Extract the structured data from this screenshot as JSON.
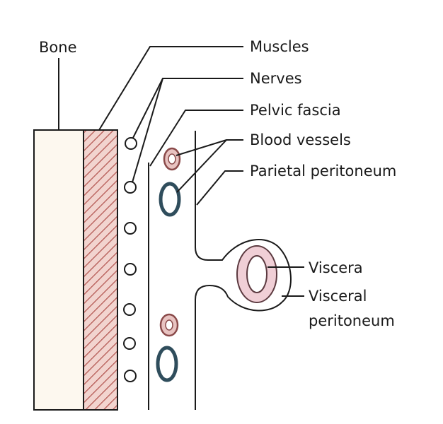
{
  "labels": {
    "bone": "Bone",
    "muscles": "Muscles",
    "nerves": "Nerves",
    "pelvic_fascia": "Pelvic fascia",
    "blood_vessels": "Blood vessels",
    "parietal_peritoneum": "Parietal peritoneum",
    "viscera": "Viscera",
    "visceral_peritoneum_line1": "Visceral",
    "visceral_peritoneum_line2": "peritoneum"
  },
  "colors": {
    "bone_fill": "#fdf8ef",
    "muscle_fill": "#f2d4cf",
    "muscle_hatch": "#b0504b",
    "artery_fill": "#e8c3c1",
    "artery_stroke": "#8a4a4a",
    "vein_stroke": "#2f4d5c",
    "viscera_fill": "#f0cfd6",
    "viscera_stroke": "#5c3a40",
    "line": "#1a1a1a"
  },
  "icons": {
    "nerve": "small-circle",
    "artery": "pink-ring",
    "vein": "dark-ring",
    "viscera": "large-pink-ring"
  }
}
